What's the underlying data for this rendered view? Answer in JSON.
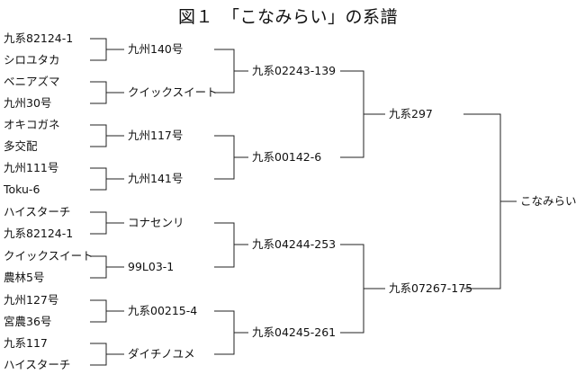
{
  "title": "図１　「こなみらい」の系譜",
  "leaves": [
    "九系82124-1",
    "シロユタカ",
    "ベニアズマ",
    "九州30号",
    "オキコガネ",
    "多交配",
    "九州111号",
    "Toku-6",
    "ハイスターチ",
    "九系82124-1",
    "クイックスイート",
    "農林5号",
    "九州127号",
    "宮農36号",
    "九系117",
    "ハイスターチ"
  ],
  "gen2": [
    "九州140号",
    "クイックスイート",
    "九州117号",
    "九州141号",
    "コナセンリ",
    "99L03-1",
    "九系00215-4",
    "ダイチノユメ"
  ],
  "gen3": [
    "九系02243-139",
    "九系00142-6",
    "九系04244-253",
    "九系04245-261"
  ],
  "gen4": [
    "九系297",
    "九系07267-175"
  ],
  "root": "こなみらい"
}
